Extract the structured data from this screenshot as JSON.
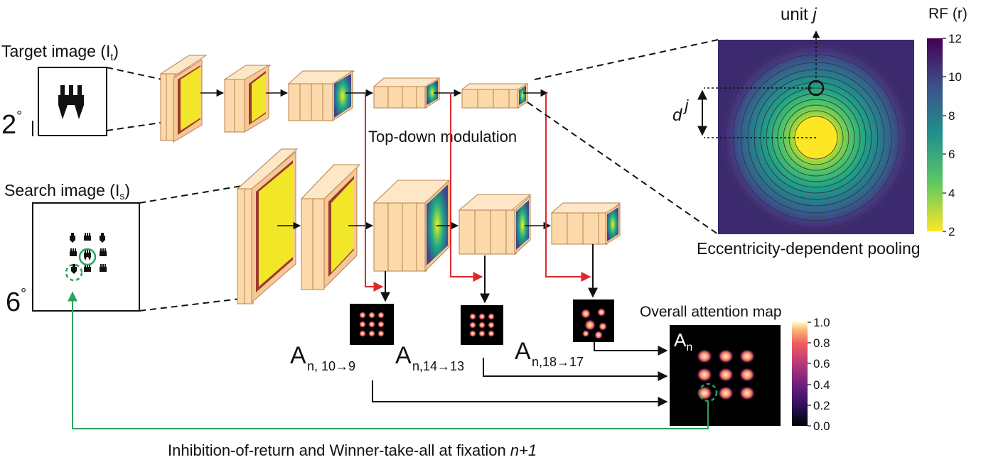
{
  "labels": {
    "target_image": "Target image (I",
    "target_sub": "t",
    "search_image": "Search image (I",
    "search_sub": "s",
    "close_paren": ")",
    "deg2": "2",
    "deg6": "6",
    "degree_mark": "°",
    "top_down": "Top-down  modulation",
    "unit": "unit ",
    "unit_j": "j",
    "d": "d",
    "d_j": "j",
    "pooling": "Eccentricity-dependent pooling",
    "overall_map": "Overall attention map",
    "footer_main": "Inhibition-of-return and Winner-take-all at fixation ",
    "footer_italic": "n+1"
  },
  "attention_maps": [
    {
      "A": "A",
      "sub": "n, 10→9"
    },
    {
      "A": "A",
      "sub": "n,14→13"
    },
    {
      "A": "A",
      "sub": "n,18→17"
    }
  ],
  "overall": {
    "A": "A",
    "sub": "n"
  },
  "rf_colorbar": {
    "title": "RF (r)",
    "ticks": [
      "12",
      "10",
      "8",
      "6",
      "4",
      "2"
    ]
  },
  "att_colorbar": {
    "ticks": [
      "1.0",
      "0.8",
      "0.6",
      "0.4",
      "0.2",
      "0.0"
    ]
  },
  "colors": {
    "top_down_arrow": "#e0272b",
    "feedback_arrow": "#2ca25f",
    "layer_face": "#fbd9ab",
    "layer_edge": "#c98a55",
    "feature_map": "#f2e629",
    "viridis_dark": "#3b2a6e"
  }
}
